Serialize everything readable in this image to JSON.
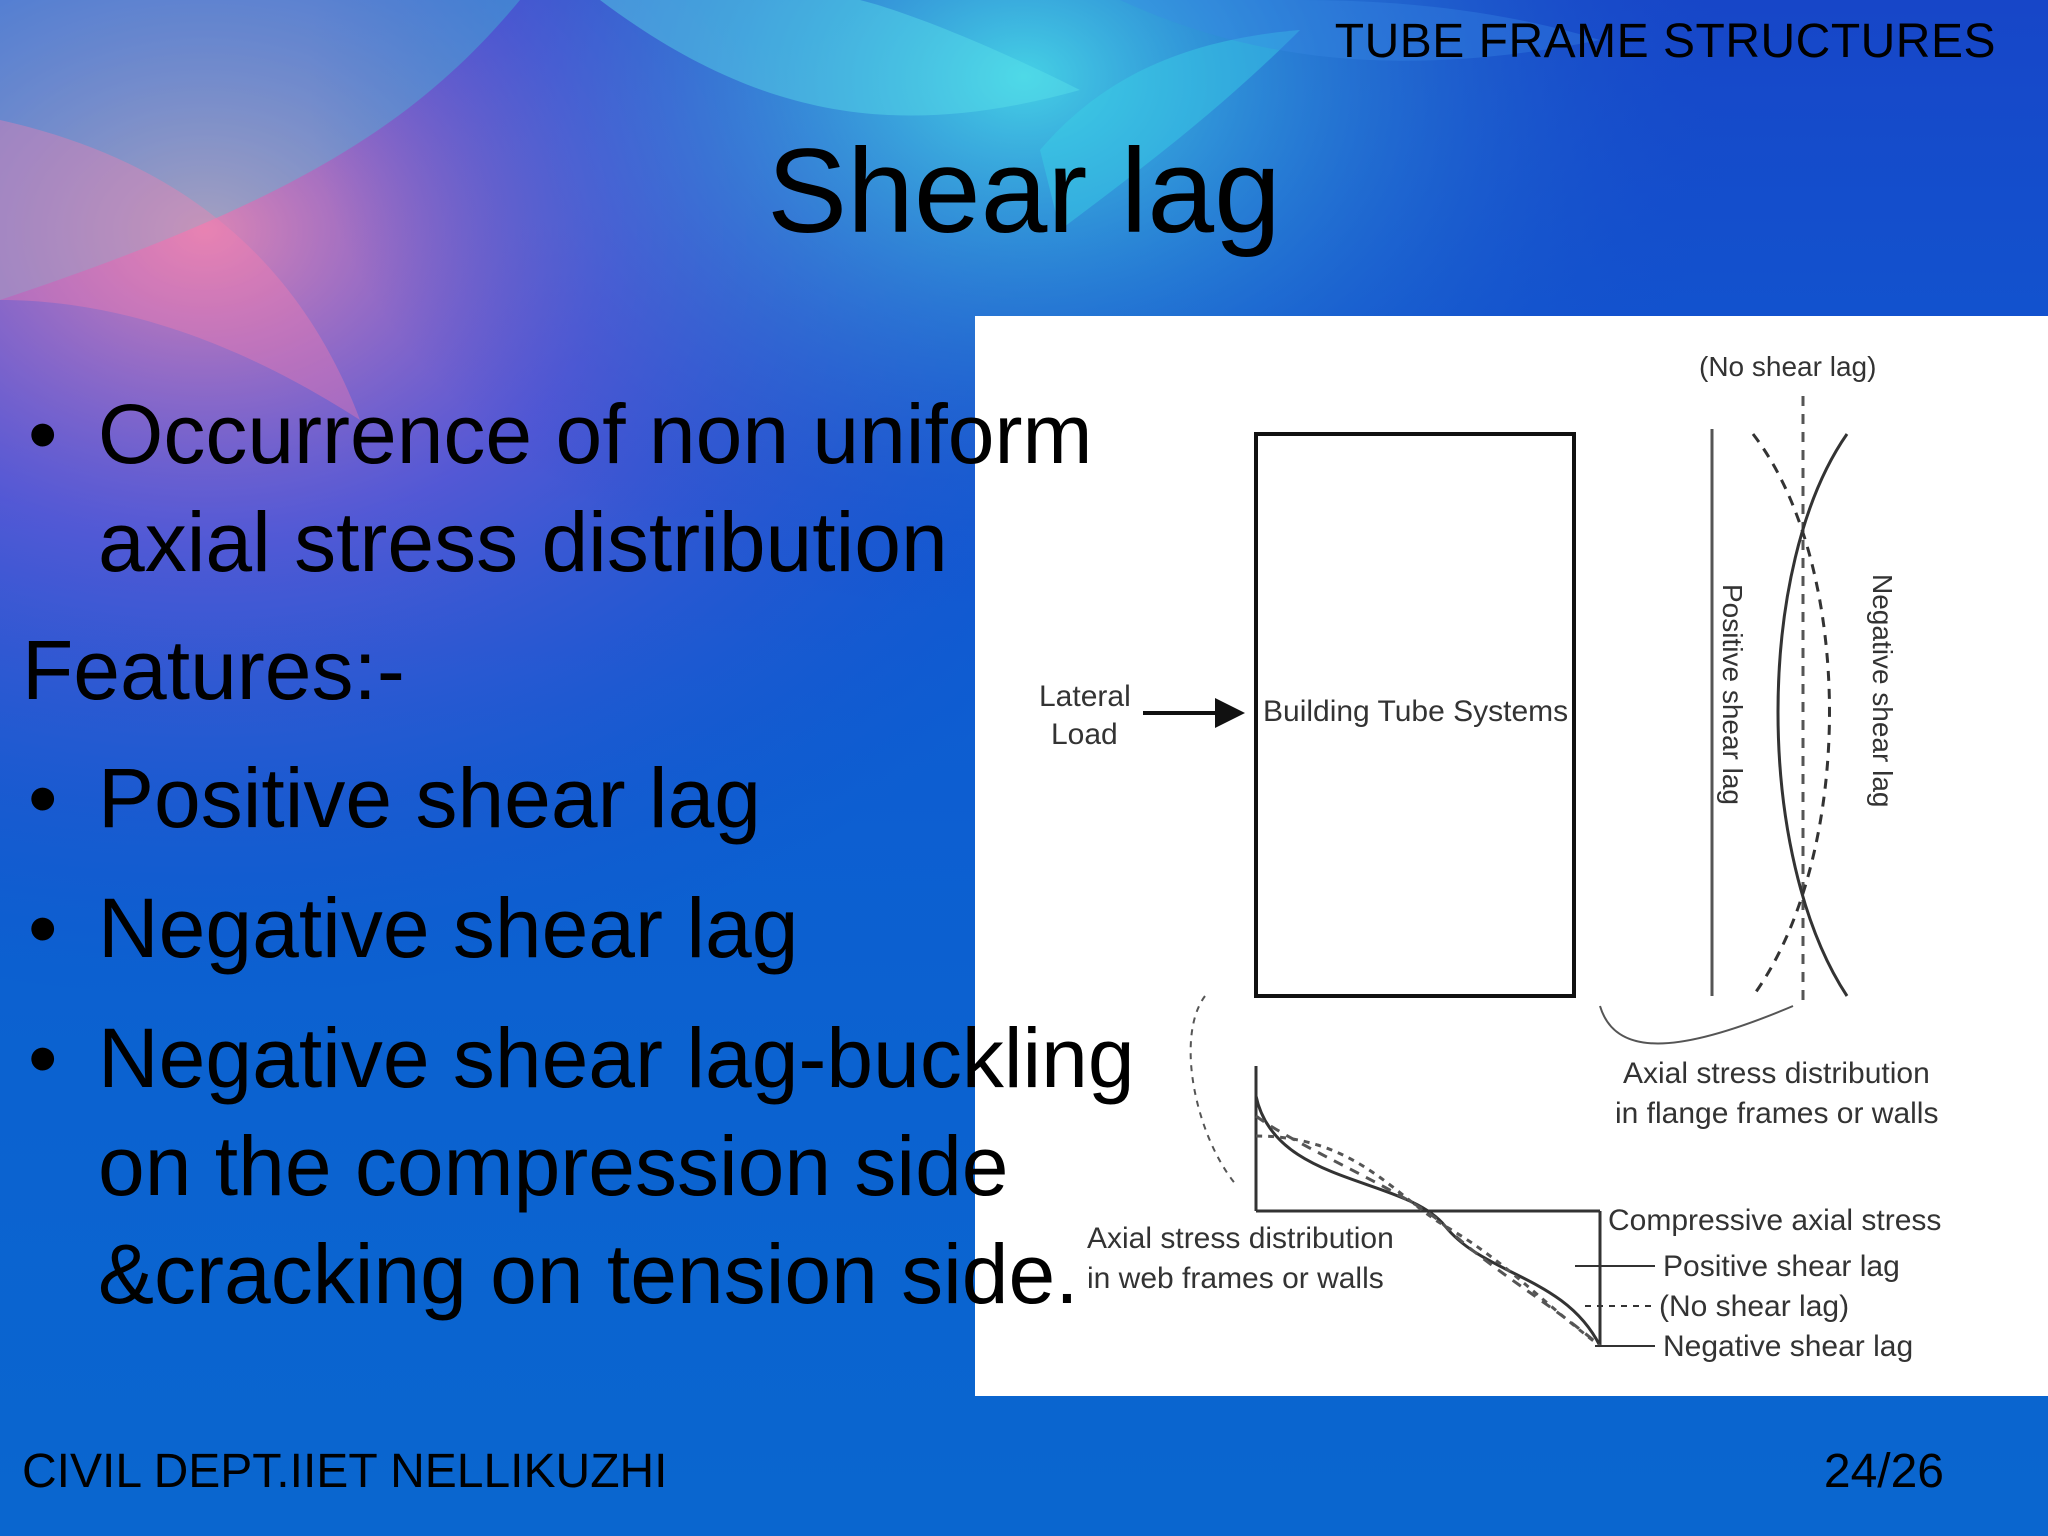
{
  "header": {
    "section_title": "TUBE FRAME STRUCTURES"
  },
  "slide": {
    "title": "Shear lag"
  },
  "body": {
    "bullet_1": "Occurrence of non uniform axial stress distribution",
    "features_label": "Features:-",
    "bullet_2": "Positive shear lag",
    "bullet_3": "Negative shear lag",
    "bullet_4": "Negative shear lag-buckling on the compression side &cracking on tension side.",
    "bullet_symbol": "•"
  },
  "figure": {
    "no_shear_lag_top": "(No shear lag)",
    "lateral": "Lateral",
    "load": "Load",
    "building_label": "Building Tube Systems",
    "positive_vertical": "Positive shear lag",
    "negative_vertical": "Negative shear lag",
    "flange_caption_1": "Axial stress distribution",
    "flange_caption_2": "in flange frames or walls",
    "compressive": "Compressive axial stress",
    "legend_positive": "Positive shear lag",
    "legend_none": "(No shear lag)",
    "legend_negative": "Negative shear lag",
    "web_caption_1": "Axial stress distribution",
    "web_caption_2": "in web frames or walls"
  },
  "footer": {
    "department": "CIVIL DEPT.IIET NELLIKUZHI",
    "page": "24/26"
  },
  "colors": {
    "background": "#0f5bd2",
    "text": "#000000",
    "figure_bg": "#ffffff"
  }
}
